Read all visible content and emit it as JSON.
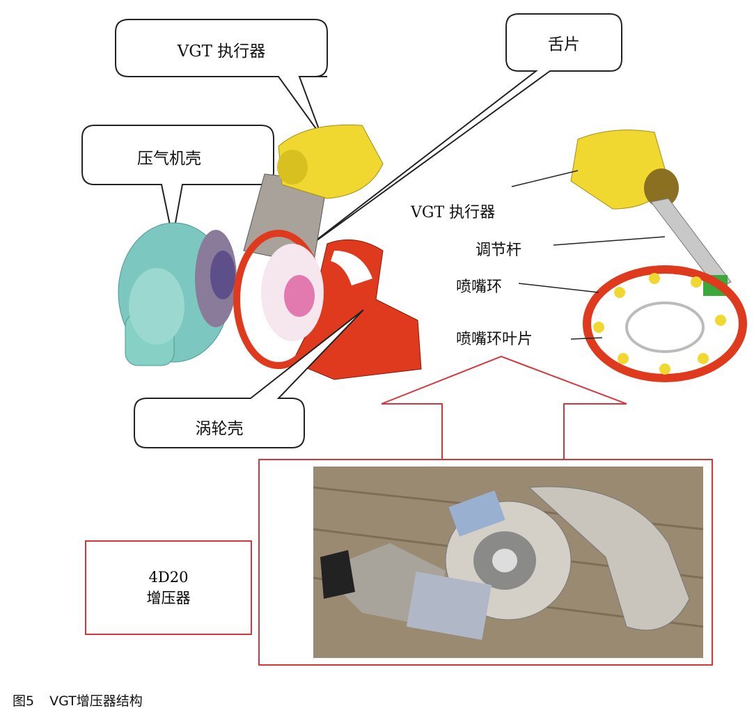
{
  "callouts": {
    "vgt_actuator": "VGT 执行器",
    "tongue": "舌片",
    "compressor_housing": "压气机壳",
    "turbine_housing": "涡轮壳"
  },
  "right_labels": {
    "vgt_actuator": "VGT 执行器",
    "adjusting_rod": "调节杆",
    "nozzle_ring": "喷嘴环",
    "nozzle_ring_vanes": "喷嘴环叶片"
  },
  "model_box": {
    "line1": "4D20",
    "line2": "增压器"
  },
  "caption": {
    "figure": "图5",
    "title": "VGT增压器结构"
  },
  "colors": {
    "frame_red": "#d8353b",
    "actuator_yellow": "#f0d830",
    "turbine_red": "#e03a1e",
    "compressor_cyan": "#7cc8c0"
  }
}
